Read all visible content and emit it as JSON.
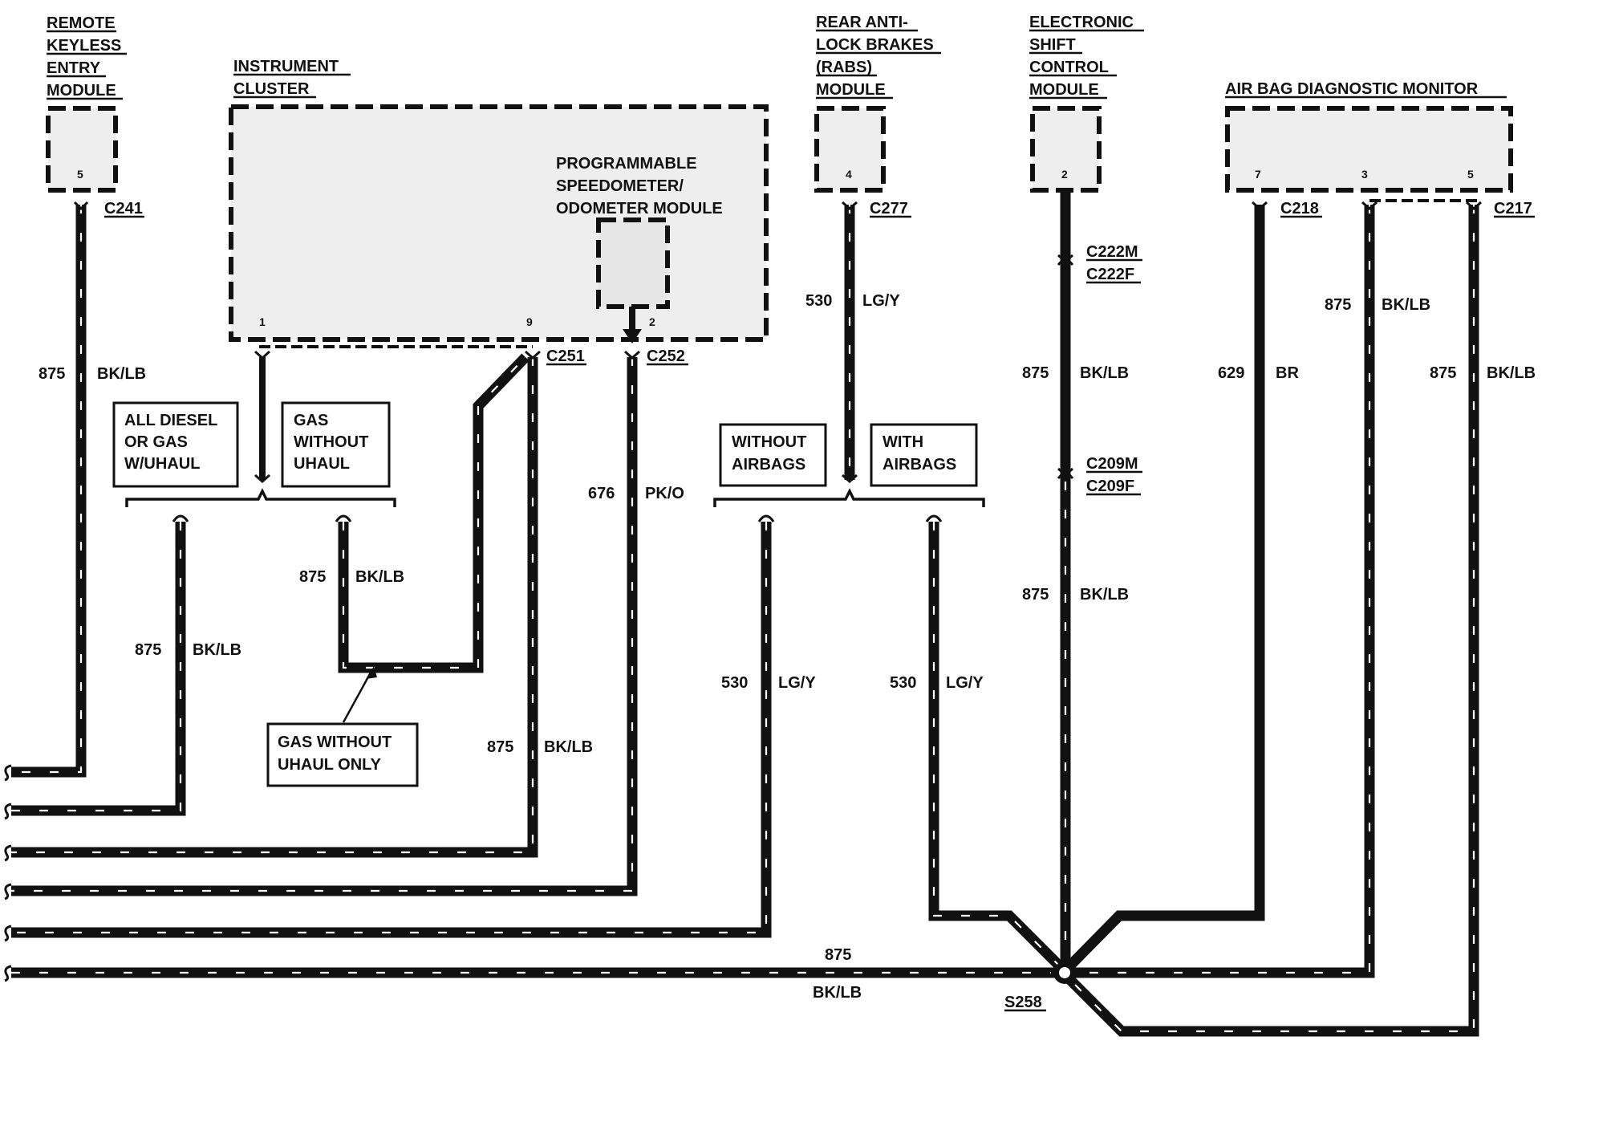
{
  "modules": {
    "remote_keyless": {
      "title": [
        "REMOTE",
        "KEYLESS",
        "ENTRY",
        "MODULE"
      ],
      "pin": "5",
      "connector": "C241"
    },
    "instrument_cluster": {
      "title": [
        "INSTRUMENT",
        "CLUSTER"
      ],
      "pin_a": "1",
      "pin_b": "9",
      "connector": "C251"
    },
    "speedometer": {
      "title": [
        "PROGRAMMABLE",
        "SPEEDOMETER/",
        "ODOMETER MODULE"
      ],
      "pin": "2",
      "connector": "C252"
    },
    "rabs": {
      "title": [
        "REAR ANTI-",
        "LOCK BRAKES",
        "(RABS)",
        "MODULE"
      ],
      "pin": "4",
      "connector": "C277"
    },
    "shift_control": {
      "title": [
        "ELECTRONIC",
        "SHIFT",
        "CONTROL",
        "MODULE"
      ],
      "pin": "2",
      "connectors": [
        "C222M",
        "C222F",
        "C209M",
        "C209F"
      ]
    },
    "airbag": {
      "title": "AIR BAG DIAGNOSTIC MONITOR",
      "pins": [
        "7",
        "3",
        "5"
      ],
      "connectors": [
        "C218",
        "C217"
      ]
    }
  },
  "option_boxes": {
    "all_diesel": [
      "ALL DIESEL",
      "OR GAS",
      "W/UHAUL"
    ],
    "gas_without_uhaul": [
      "GAS",
      "WITHOUT",
      "UHAUL"
    ],
    "gas_without_uhaul_only": [
      "GAS WITHOUT",
      "UHAUL ONLY"
    ],
    "without_airbags": [
      "WITHOUT",
      "AIRBAGS"
    ],
    "with_airbags": [
      "WITH",
      "AIRBAGS"
    ]
  },
  "wires": {
    "w_keyless": {
      "circuit": "875",
      "color": "BK/LB"
    },
    "w_diesel": {
      "circuit": "875",
      "color": "BK/LB"
    },
    "w_gas_short": {
      "circuit": "875",
      "color": "BK/LB"
    },
    "w_c251": {
      "circuit": "875",
      "color": "BK/LB"
    },
    "w_speedo": {
      "circuit": "676",
      "color": "PK/O"
    },
    "w_rabs": {
      "circuit": "530",
      "color": "LG/Y"
    },
    "w_without_airbags": {
      "circuit": "530",
      "color": "LG/Y"
    },
    "w_with_airbags": {
      "circuit": "530",
      "color": "LG/Y"
    },
    "w_shift_upper": {
      "circuit": "875",
      "color": "BK/LB"
    },
    "w_shift_lower": {
      "circuit": "875",
      "color": "BK/LB"
    },
    "w_airbag_7": {
      "circuit": "629",
      "color": "BR"
    },
    "w_airbag_3": {
      "circuit": "875",
      "color": "BK/LB"
    },
    "w_airbag_5": {
      "circuit": "875",
      "color": "BK/LB"
    },
    "w_bottom": {
      "circuit": "875",
      "color": "BK/LB"
    }
  },
  "splice": {
    "label": "S258"
  }
}
